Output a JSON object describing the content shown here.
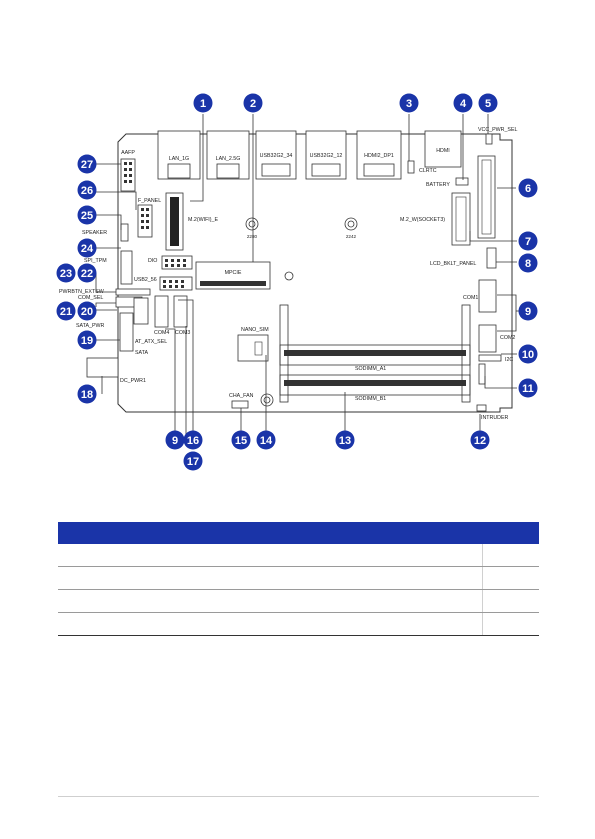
{
  "page": {
    "number": ""
  },
  "board": {
    "labels": {
      "aafp": "AAFP",
      "lan_1g": "LAN_1G",
      "lan_2_5g": "LAN_2.5G",
      "usb32g2_34": "USB32G2_34",
      "usb32g2_12": "USB32G2_12",
      "hdmi2_dp1": "HDMI2_DP1",
      "hdmi": "HDMI",
      "vcc_pwr_sel": "VCC_PWR_SEL",
      "clrtc": "CLRTC",
      "battery": "BATTERY",
      "f_panel": "F_PANEL",
      "m2_wifi_e": "M.2(WIFI)_E",
      "h2280": "2280",
      "h2242": "2242",
      "m2_w_socket3": "M.2_W(SOCKET3)",
      "speaker": "SPEAKER",
      "spi_tpm": "SPI_TPM",
      "dio": "DIO",
      "mpcie": "MPCIE",
      "lcd_bklt_panel": "LCD_BKLT_PANEL",
      "usb2_56": "USB2_56",
      "pwrbtn_extsw": "PWRBTN_EXTSW",
      "com_sel": "COM_SEL",
      "com1": "COM1",
      "sata_pwr": "SATA_PWR",
      "com4": "COM4",
      "com3": "COM3",
      "at_atx_sel": "AT_ATX_SEL",
      "sata": "SATA",
      "nano_sim": "NANO_SIM",
      "com2": "COM2",
      "i2c": "I2C",
      "sodimm_a1": "SODIMM_A1",
      "sodimm_b1": "SODIMM_B1",
      "dc_pwr1": "DC_PWR1",
      "cha_fan": "CHA_FAN",
      "intruder": "INTRUDER"
    },
    "callouts": [
      "1",
      "2",
      "3",
      "4",
      "5",
      "6",
      "7",
      "8",
      "9",
      "10",
      "11",
      "12",
      "13",
      "14",
      "15",
      "16",
      "17",
      "18",
      "19",
      "20",
      "21",
      "22",
      "23",
      "24",
      "25",
      "26",
      "27",
      "9"
    ]
  },
  "colors": {
    "callout": "#1a34a8",
    "table_header": "#1a34a8"
  },
  "table": {
    "headers": [
      "",
      "",
      ""
    ],
    "rows": [
      [
        "",
        "",
        ""
      ],
      [
        "",
        "",
        ""
      ],
      [
        "",
        "",
        ""
      ],
      [
        "",
        "",
        ""
      ]
    ]
  }
}
